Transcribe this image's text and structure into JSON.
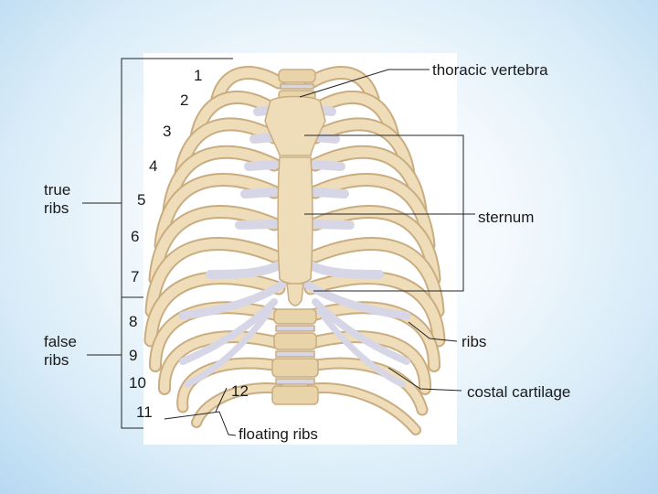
{
  "labels": {
    "thoracic_vertebra": "thoracic vertebra",
    "sternum": "sternum",
    "ribs": "ribs",
    "costal_cartilage": "costal cartilage",
    "floating_ribs": "floating ribs",
    "true_ribs_1": "true",
    "true_ribs_2": "ribs",
    "false_ribs_1": "false",
    "false_ribs_2": "ribs"
  },
  "rib_numbers": [
    "1",
    "2",
    "3",
    "4",
    "5",
    "6",
    "7",
    "8",
    "9",
    "10",
    "11",
    "12"
  ],
  "colors": {
    "bone": "#efdcb8",
    "bone_stroke": "#c9ad80",
    "cartilage": "#d6d6e6",
    "cartilage_stroke": "#a9a9c3",
    "leader": "#222222"
  }
}
